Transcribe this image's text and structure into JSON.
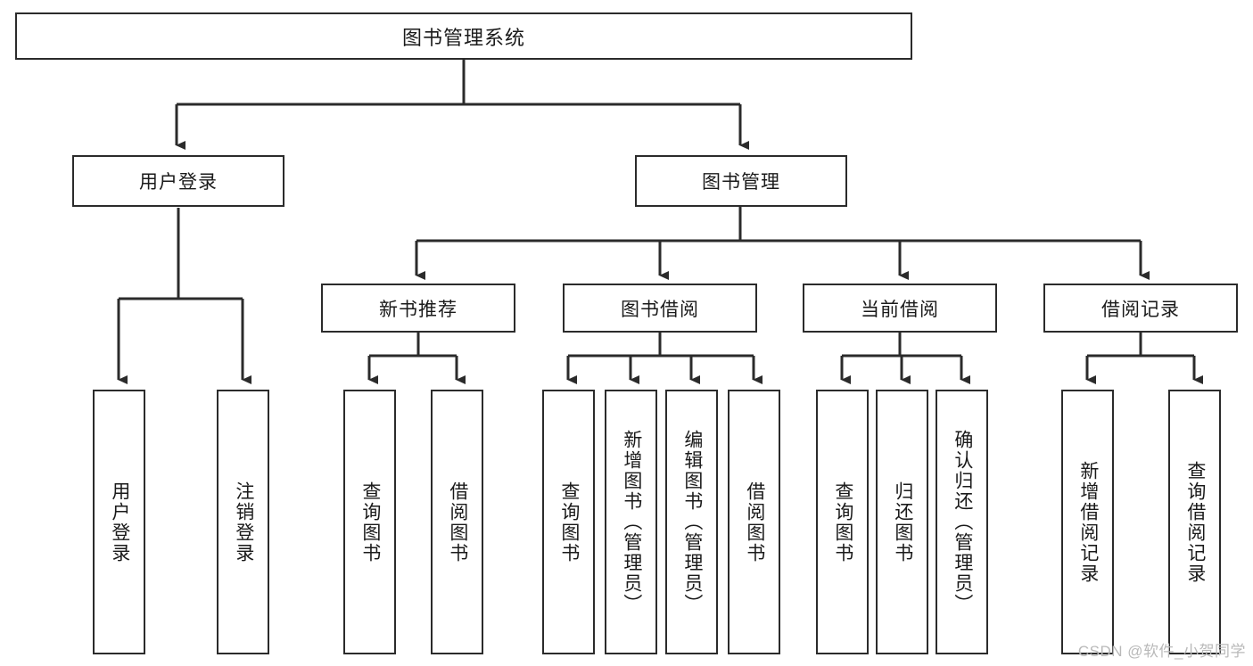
{
  "diagram": {
    "type": "tree",
    "title_node": {
      "label": "图书管理系统"
    },
    "level2": [
      {
        "label": "用户登录"
      },
      {
        "label": "图书管理"
      }
    ],
    "level3": [
      {
        "label": "新书推荐"
      },
      {
        "label": "图书借阅"
      },
      {
        "label": "当前借阅"
      },
      {
        "label": "借阅记录"
      }
    ],
    "leaves": {
      "user_login": [
        {
          "label": "用户登录"
        },
        {
          "label": "注销登录"
        }
      ],
      "new_book_recommend": [
        {
          "label": "查询图书"
        },
        {
          "label": "借阅图书"
        }
      ],
      "book_borrow": [
        {
          "label": "查询图书"
        },
        {
          "label": "新增图书（管理员）"
        },
        {
          "label": "编辑图书（管理员）"
        },
        {
          "label": "借阅图书"
        }
      ],
      "current_borrow": [
        {
          "label": "查询图书"
        },
        {
          "label": "归还图书"
        },
        {
          "label": "确认归还（管理员）"
        }
      ],
      "borrow_record": [
        {
          "label": "新增借阅记录"
        },
        {
          "label": "查询借阅记录"
        }
      ]
    }
  },
  "watermark": {
    "text": "CSDN @软件_小贺同学"
  },
  "colors": {
    "stroke": "#2b2b2b",
    "background": "#ffffff",
    "text": "#1a1a1a",
    "watermark": "#b9b9b9"
  }
}
